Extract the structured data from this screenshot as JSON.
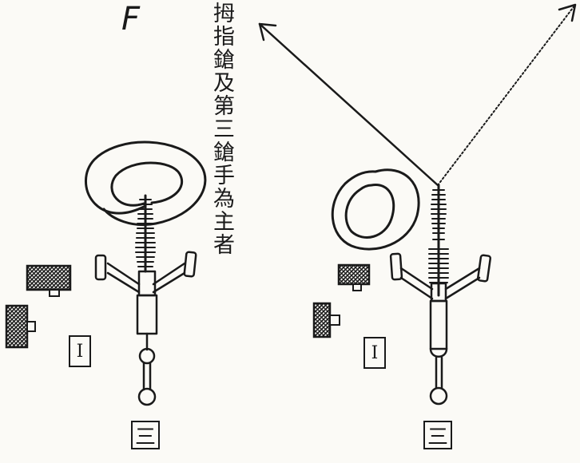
{
  "figure_letter": "F",
  "caption": "拇指鎗及第三鎗手為主者",
  "left_figure": {
    "box_one": "I",
    "box_three": "三"
  },
  "right_figure": {
    "box_one": "I",
    "box_three": "三"
  },
  "colors": {
    "ink": "#1a1a1a",
    "paper": "#fbfaf6"
  }
}
